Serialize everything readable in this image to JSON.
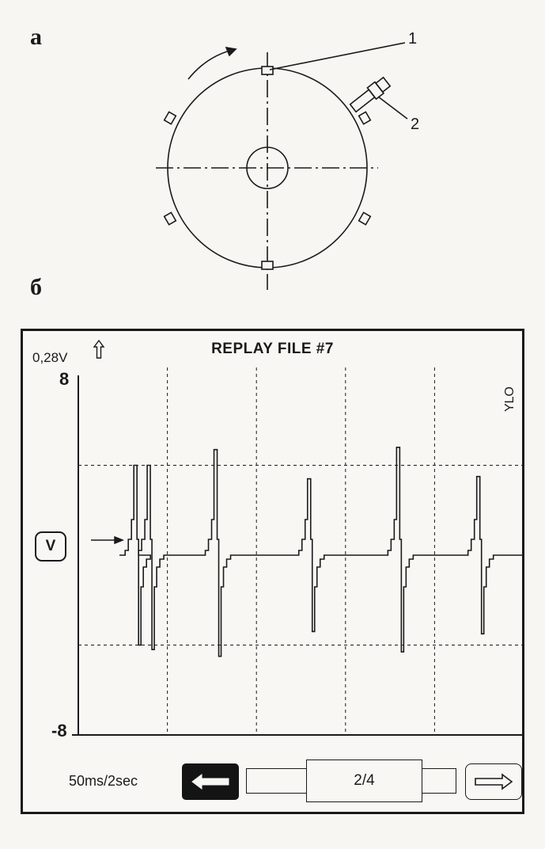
{
  "panel_a": {
    "letter": "а",
    "callouts": [
      "1",
      "2"
    ]
  },
  "panel_b": {
    "letter": "б"
  },
  "scope": {
    "title": "REPLAY FILE #7",
    "scale": "0,28V",
    "unit": "V",
    "channel": "YLO",
    "y_max_label": "8",
    "y_min_label": "-8",
    "timebase": "50ms/2sec",
    "page": "2/4",
    "prev_icon": "left-arrow-icon",
    "next_icon": "right-arrow-icon",
    "scale_icon": "up-arrow-icon",
    "trace_color": "#1a1a1a"
  },
  "chart_data": {
    "type": "line",
    "ylim": [
      -8,
      8
    ],
    "grid": "dashed",
    "pulses": [
      {
        "t": 0.13,
        "peak": 4.0,
        "trough": -4.0
      },
      {
        "t": 0.16,
        "peak": 4.0,
        "trough": -4.2
      },
      {
        "t": 0.31,
        "peak": 4.7,
        "trough": -4.5
      },
      {
        "t": 0.52,
        "peak": 3.4,
        "trough": -3.4
      },
      {
        "t": 0.72,
        "peak": 4.8,
        "trough": -4.3
      },
      {
        "t": 0.9,
        "peak": 3.5,
        "trough": -3.5
      }
    ]
  }
}
